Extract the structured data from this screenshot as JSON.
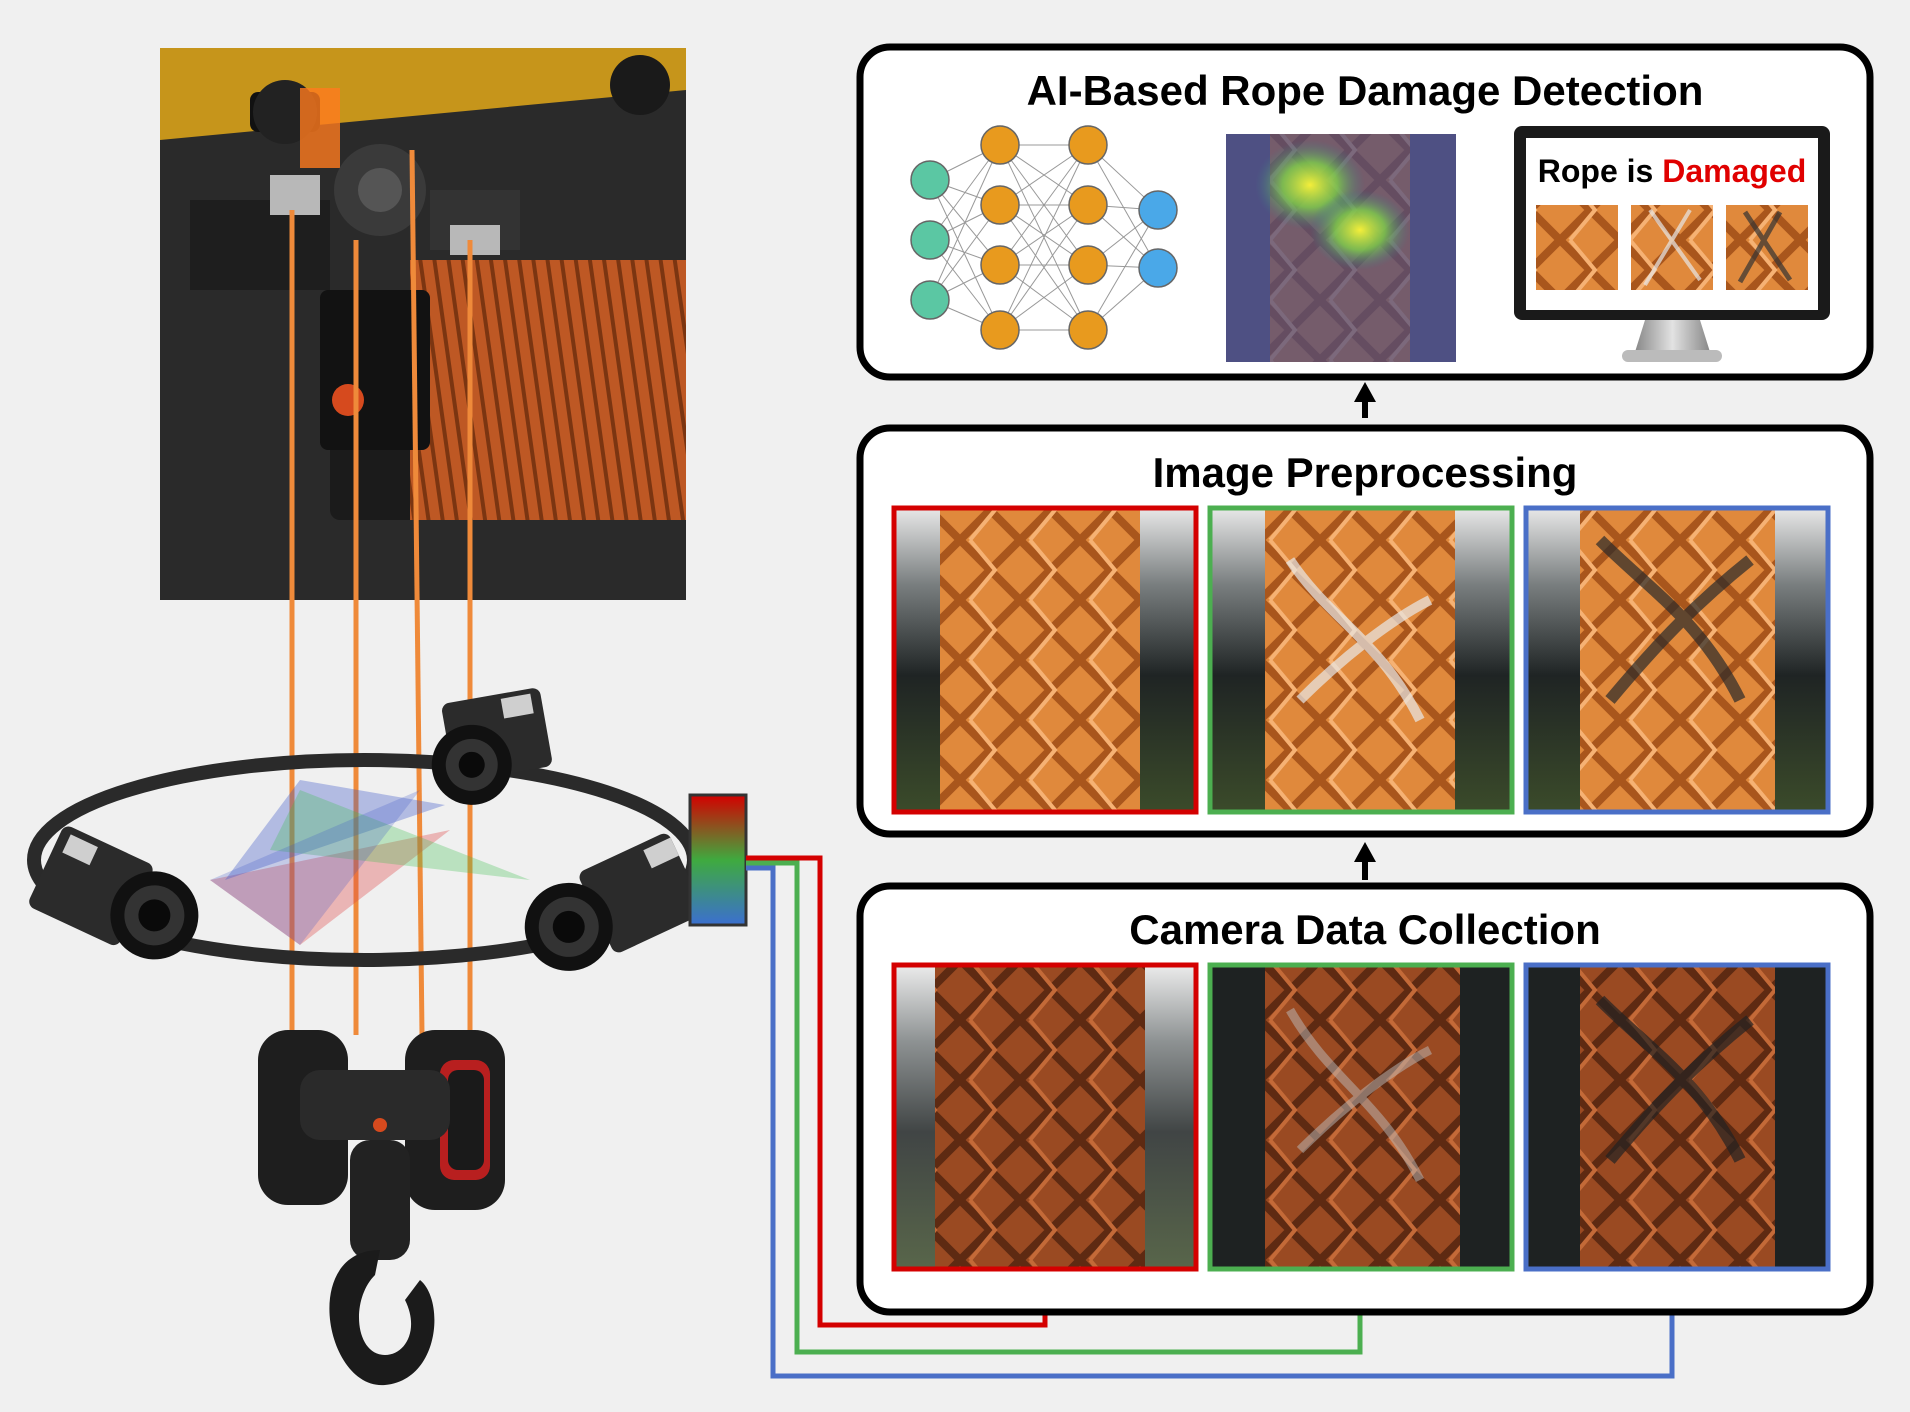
{
  "panels": {
    "detection": {
      "title": "AI-Based Rope Damage Detection"
    },
    "preprocessing": {
      "title": "Image Preprocessing"
    },
    "collection": {
      "title": "Camera Data Collection"
    }
  },
  "monitor": {
    "text_prefix": "Rope is ",
    "text_status": "Damaged",
    "status_color": "#e00000"
  },
  "channels": [
    {
      "name": "red",
      "color": "#d40000"
    },
    {
      "name": "green",
      "color": "#4caf50"
    },
    {
      "name": "blue",
      "color": "#4a6fc7"
    }
  ],
  "colors": {
    "rope": "#ef8a3a",
    "crane_body": "#e9b020",
    "input_node": "#5bc7a3",
    "hidden_node": "#e89a1e",
    "output_node": "#4aa8e8"
  },
  "icons": [
    "crane-icon",
    "camera-icon",
    "hook-block-icon",
    "neural-network-icon",
    "heatmap-image",
    "monitor-icon"
  ]
}
